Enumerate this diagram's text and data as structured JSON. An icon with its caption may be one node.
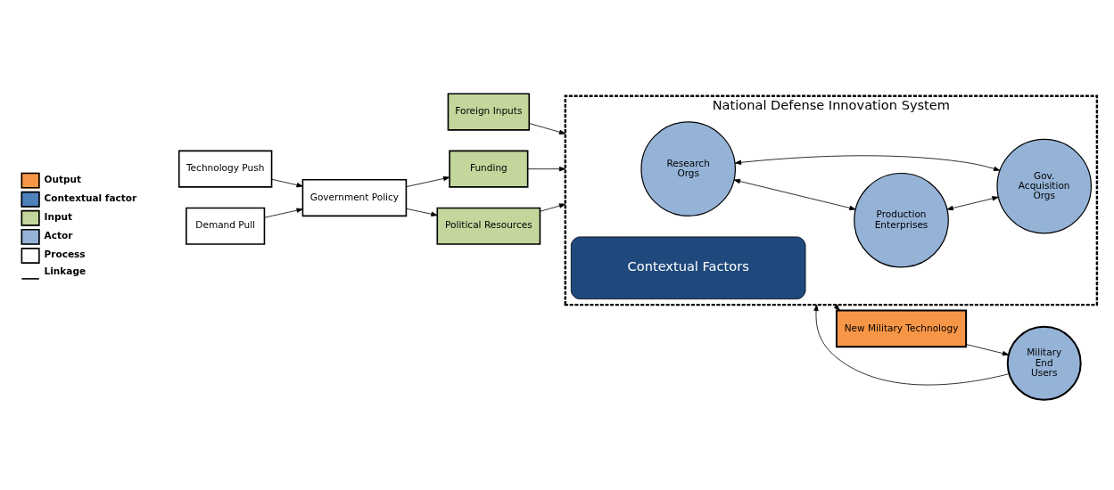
{
  "diagram": {
    "nodes": [
      {
        "text": [
          "Demand Pull"
        ]
      },
      {
        "text": [
          "Technology Push"
        ]
      },
      {
        "text": [
          "Government Policy"
        ]
      },
      {
        "text": [
          "Funding"
        ]
      },
      {
        "text": [
          "Political Resources"
        ]
      },
      {
        "text": [
          "Foreign Inputs"
        ]
      },
      {
        "text": [
          "National Defense Innovation System"
        ]
      },
      {
        "text": [
          "Research Orgs"
        ],
        "in": 6
      },
      {
        "text": [
          "Production Enterprises"
        ],
        "in": 6
      },
      {
        "text": [
          "Gov. Acquisition Orgs"
        ],
        "in": 6
      },
      {
        "text": [
          "Contextual Factors"
        ],
        "in": 6
      },
      {
        "text": [
          "New Military Technology"
        ]
      },
      {
        "text": [
          "Military End Users"
        ]
      }
    ],
    "edges": [
      {
        "from": 0,
        "to": 2,
        "arrow": "to"
      },
      {
        "from": 1,
        "to": 2,
        "arrow": "to"
      },
      {
        "from": 2,
        "to": 3,
        "arrow": "to"
      },
      {
        "from": 2,
        "to": 4,
        "arrow": "to"
      },
      {
        "from": 3,
        "to": 6,
        "arrow": "to"
      },
      {
        "from": 4,
        "to": 6,
        "arrow": "to"
      },
      {
        "from": 5,
        "to": 6,
        "arrow": "to"
      },
      {
        "from": 7,
        "to": 8,
        "arrow": "both"
      },
      {
        "from": 7,
        "to": 9,
        "arrow": "both"
      },
      {
        "from": 8,
        "to": 9,
        "arrow": "both"
      },
      {
        "from": 6,
        "to": 11,
        "arrow": "to"
      },
      {
        "from": 11,
        "to": 12,
        "arrow": "to"
      },
      {
        "from": 12,
        "to": 6,
        "arrow": "to"
      }
    ],
    "legend": [
      {
        "text": "Output",
        "color": "#f79646"
      },
      {
        "text": "Contextual factor",
        "color": "#4f81bd"
      },
      {
        "text": "Input",
        "color": "#c3d69b"
      },
      {
        "text": "Actor",
        "color": "#95b3d7"
      },
      {
        "text": "Process",
        "color": "#ffffff"
      },
      {
        "text": "Linkage"
      }
    ]
  }
}
